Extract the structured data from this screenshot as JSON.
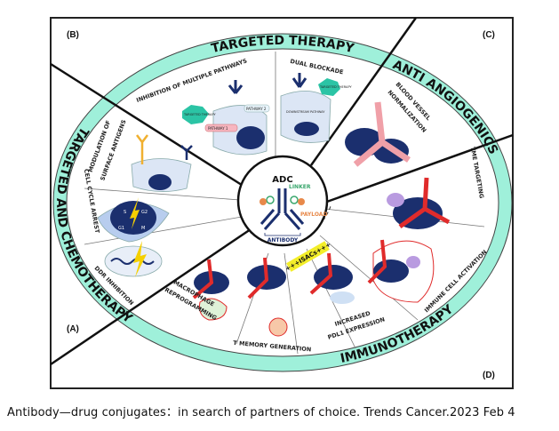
{
  "panels": {
    "a": "(A)",
    "b": "(B)",
    "c": "(C)",
    "d": "(D)"
  },
  "sections": {
    "targeted_therapy": "TARGETED THERAPY",
    "anti_angiogenics": "ANTI ANGIOGENICS",
    "immunotherapy": "IMMUNOTHERAPY",
    "targeted_chemo": "TARGETED AND CHEMOTHERAPY"
  },
  "subsections": {
    "inhibition": "INHIBITION OF MULTIPLE PATHWAYS",
    "dual": "DUAL BLOCKADE",
    "blood_vessel_1": "BLOOD VESSEL",
    "blood_vessel_2": "NORMALIZATION",
    "tme": "TME TARGETING",
    "immune_cell": "IMMUNE CELL ACTIVATION",
    "pdl1_1": "INCREASED",
    "pdl1_2": "PDL1 EXPRESSION",
    "tmemory": "T MEMORY GENERATION",
    "macrophage_1": "MACROPHAGE",
    "macrophage_2": "REPROGRAMMING",
    "ddr": "DDR INHIBITION",
    "cell_cycle": "CELL CYCLE ARREST",
    "modulation_1": "MODULATION OF",
    "modulation_2": "SURFACE ANTIGENS"
  },
  "cell_labels": {
    "targeted_therapy_badge": "TARGETED THERAPY",
    "pathway1": "PATHWAY 1",
    "pathway2": "PATHWAY 2",
    "downstream": "DOWNSTREAM PATHWAY",
    "g1": "G1",
    "s": "S",
    "g2": "G2",
    "m": "M"
  },
  "center": {
    "title": "ADC",
    "linker": "LINKER",
    "payload": "PAYLOAD",
    "antibody": "ANTIBODY",
    "isacs": "+++ISACs+++"
  },
  "caption": "Antibody—drug conjugates：in search of partners of choice. Trends Cancer.2023 Feb 4",
  "colors": {
    "ring": "#9ff0da",
    "antibody": "#1b2f6e",
    "linker": "#3aa76d",
    "payload": "#e8894a",
    "vessel": "#e02b2b",
    "isacs_bg": "#f3ee2a"
  }
}
